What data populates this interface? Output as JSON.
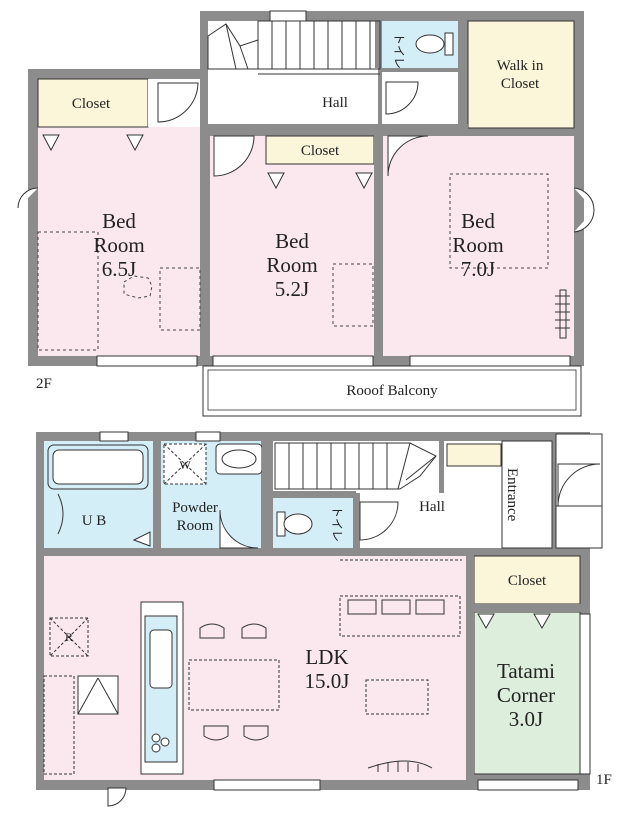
{
  "floor2": {
    "label": "2F",
    "bedroom_a": {
      "line1": "Bed",
      "line2": "Room",
      "size": "6.5J"
    },
    "bedroom_b": {
      "line1": "Bed",
      "line2": "Room",
      "size": "5.2J"
    },
    "bedroom_c": {
      "line1": "Bed",
      "line2": "Room",
      "size": "7.0J"
    },
    "closet_a": "Closet",
    "closet_b": "Closet",
    "walk_in_closet": {
      "line1": "Walk in",
      "line2": "Closet"
    },
    "hall": "Hall",
    "toilet": "トイレ",
    "balcony": "Rooof Balcony"
  },
  "floor1": {
    "label": "1F",
    "ub": "U B",
    "washer": "W",
    "powder_room": {
      "line1": "Powder",
      "line2": "Room"
    },
    "toilet": "トイレ",
    "hall": "Hall",
    "entrance": "Entrance",
    "closet": "Closet",
    "ldk": {
      "line1": "LDK",
      "size": "15.0J"
    },
    "tatami": {
      "line1": "Tatami",
      "line2": "Corner",
      "size": "3.0J"
    },
    "fridge": "R"
  },
  "colors": {
    "wall": "#8c8c8c",
    "bedroom": "#fbe8ef",
    "closet": "#fbf6d9",
    "wet_area": "#d4eef7",
    "tatami": "#ddeedd",
    "line": "#333333"
  }
}
